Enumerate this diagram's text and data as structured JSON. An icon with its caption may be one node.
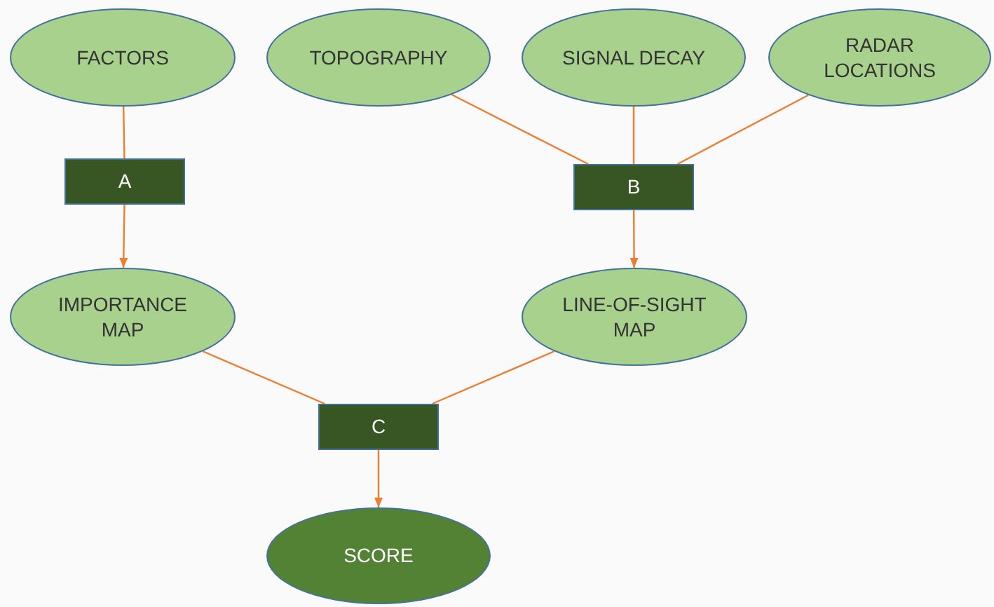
{
  "diagram": {
    "nodes": [
      {
        "text": [
          "FACTORS"
        ]
      },
      {
        "text": [
          "TOPOGRAPHY"
        ]
      },
      {
        "text": [
          "SIGNAL DECAY"
        ]
      },
      {
        "text": [
          "RADAR LOCATIONS"
        ]
      },
      {
        "text": [
          "A"
        ]
      },
      {
        "text": [
          "B"
        ]
      },
      {
        "text": [
          "IMPORTANCE MAP"
        ]
      },
      {
        "text": [
          "LINE-OF-SIGHT MAP"
        ]
      },
      {
        "text": [
          "C"
        ]
      },
      {
        "text": [
          "SCORE"
        ]
      }
    ],
    "edges": [
      {
        "from": 0,
        "to": 4,
        "arrow": "none"
      },
      {
        "from": 4,
        "to": 6,
        "arrow": "to"
      },
      {
        "from": 1,
        "to": 5,
        "arrow": "none"
      },
      {
        "from": 2,
        "to": 5,
        "arrow": "none"
      },
      {
        "from": 3,
        "to": 5,
        "arrow": "none"
      },
      {
        "from": 5,
        "to": 7,
        "arrow": "to"
      },
      {
        "from": 6,
        "to": 8,
        "arrow": "none"
      },
      {
        "from": 7,
        "to": 8,
        "arrow": "none"
      },
      {
        "from": 8,
        "to": 9,
        "arrow": "to"
      }
    ]
  }
}
